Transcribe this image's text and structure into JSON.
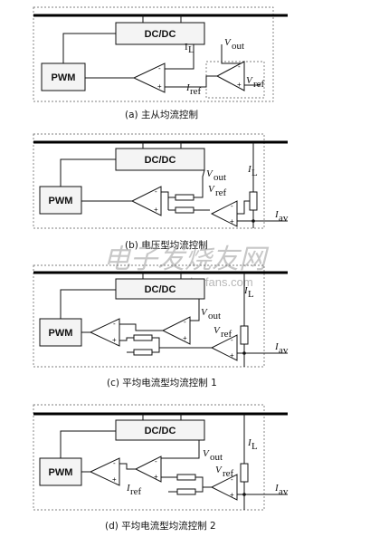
{
  "watermark": {
    "cn": "电子发烧友网",
    "url": "www.elecfans.com"
  },
  "panels": [
    {
      "caption": "(a) 主从均流控制",
      "dcdc": "DC/DC",
      "pwm": "PWM",
      "labels": {
        "il": "I",
        "il_sub": "L",
        "vout": "V",
        "vout_sub": "out",
        "iref": "I",
        "iref_sub": "ref",
        "vref": "V",
        "vref_sub": "ref"
      }
    },
    {
      "caption": "(b) 电压型均流控制",
      "dcdc": "DC/DC",
      "pwm": "PWM",
      "labels": {
        "vout": "V",
        "vout_sub": "out",
        "vref": "V",
        "vref_sub": "ref",
        "il": "I",
        "il_sub": "L",
        "iav": "I",
        "iav_sub": "av"
      }
    },
    {
      "caption": "(c) 平均电流型均流控制 1",
      "dcdc": "DC/DC",
      "pwm": "PWM",
      "labels": {
        "il": "I",
        "il_sub": "L",
        "vout": "V",
        "vout_sub": "out",
        "vref": "V",
        "vref_sub": "ref",
        "iav": "I",
        "iav_sub": "av"
      }
    },
    {
      "caption": "(d) 平均电流型均流控制 2",
      "dcdc": "DC/DC",
      "pwm": "PWM",
      "labels": {
        "il": "I",
        "il_sub": "L",
        "vout": "V",
        "vout_sub": "out",
        "vref": "V",
        "vref_sub": "ref",
        "iref": "I",
        "iref_sub": "ref",
        "iav": "I",
        "iav_sub": "av"
      }
    }
  ]
}
